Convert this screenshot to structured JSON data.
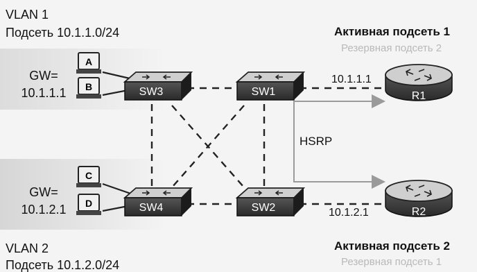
{
  "vlan1": {
    "title": "VLAN 1",
    "subnet": "Подсеть 10.1.1.0/24",
    "gw_label": "GW=",
    "gw_ip": "10.1.1.1"
  },
  "vlan2": {
    "title": "VLAN 2",
    "subnet": "Подсеть 10.1.2.0/24",
    "gw_label": "GW=",
    "gw_ip": "10.1.2.1"
  },
  "hosts": [
    "A",
    "B",
    "C",
    "D"
  ],
  "switches": [
    "SW3",
    "SW1",
    "SW4",
    "SW2"
  ],
  "routers": {
    "r1": {
      "label": "R1",
      "ip": "10.1.1.1",
      "active": "Активная подсеть 1",
      "backup": "Резервная подсеть 2"
    },
    "r2": {
      "label": "R2",
      "ip": "10.1.2.1",
      "active": "Активная подсеть 2",
      "backup": "Резервная подсеть 1"
    }
  },
  "protocol": "HSRP",
  "colors": {
    "link_dashed": "#222222",
    "hsrp_arrow": "#9a9a9a",
    "vlan_area": "#dedede",
    "device_dark": "#3a3a3a"
  }
}
